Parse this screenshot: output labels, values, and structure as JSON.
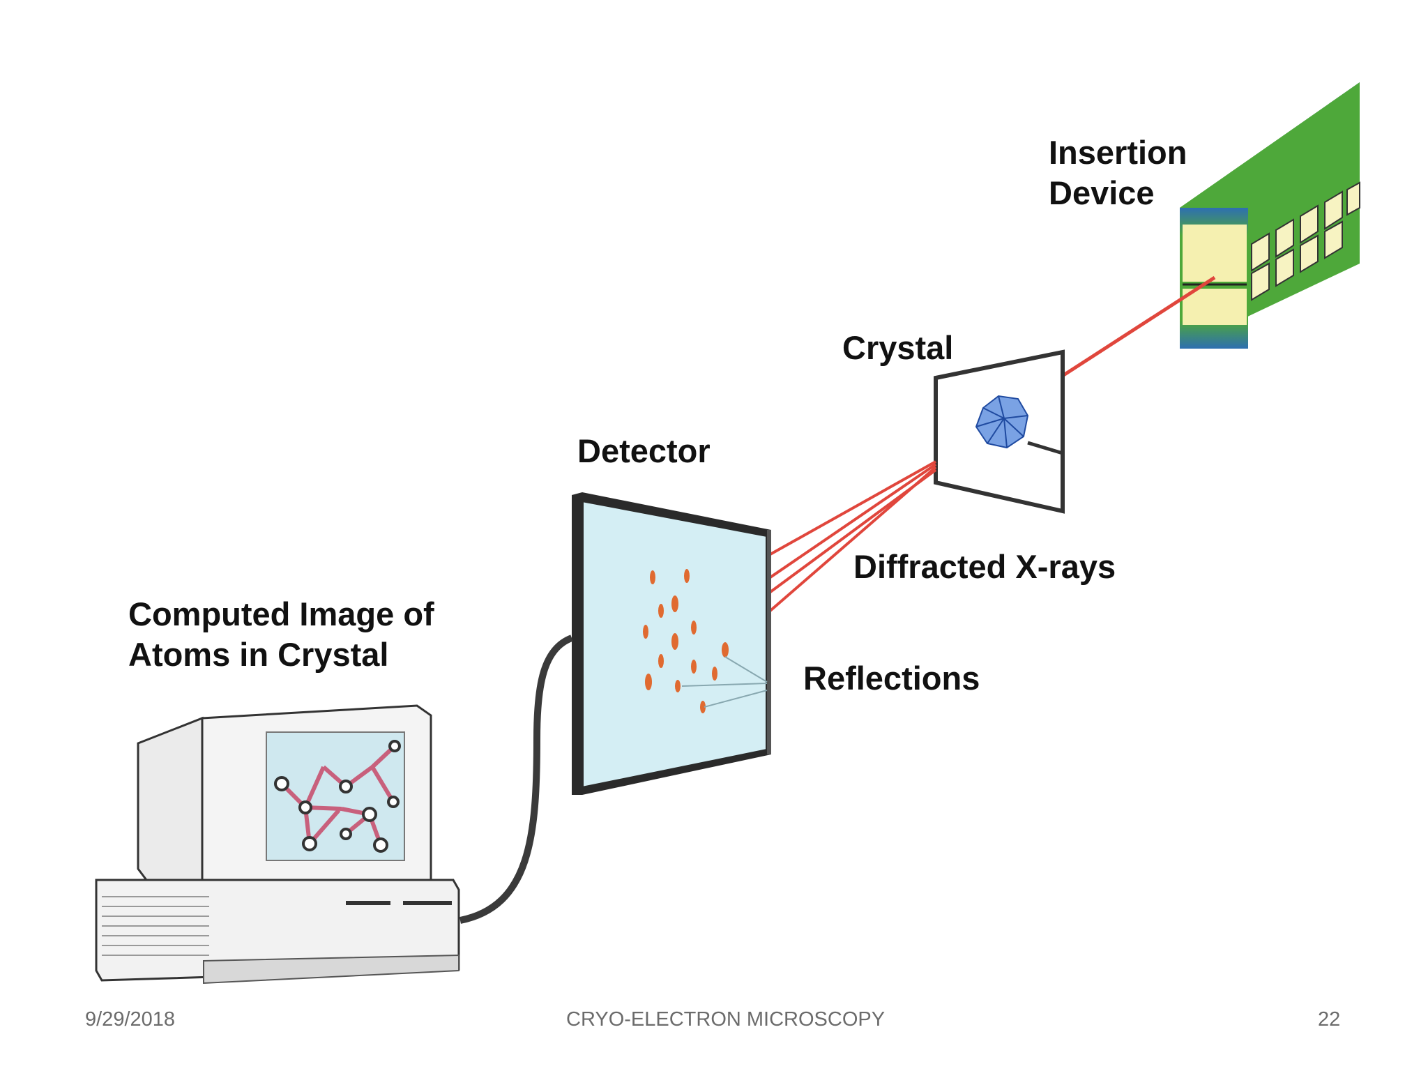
{
  "labels": {
    "insertion_device": [
      "Insertion",
      "Device"
    ],
    "crystal": "Crystal",
    "detector": "Detector",
    "diffracted_xrays": "Diffracted X-rays",
    "reflections": "Reflections",
    "computed_image": [
      "Computed Image of",
      "Atoms in Crystal"
    ]
  },
  "footer": {
    "date": "9/29/2018",
    "title": "CRYO-ELECTRON MICROSCOPY",
    "page_number": "22"
  },
  "colors": {
    "beam": "#e0463c",
    "detector_screen": "#d4eef4",
    "detector_frame": "#2a2a2a",
    "device_green": "#4ea83a",
    "device_blue": "#2e6fb0",
    "device_yellow": "#f5f0b0",
    "crystal_blue": "#5a8ad8",
    "monitor_screen": "#cfe8ef",
    "atom_bond": "#c8607c"
  }
}
